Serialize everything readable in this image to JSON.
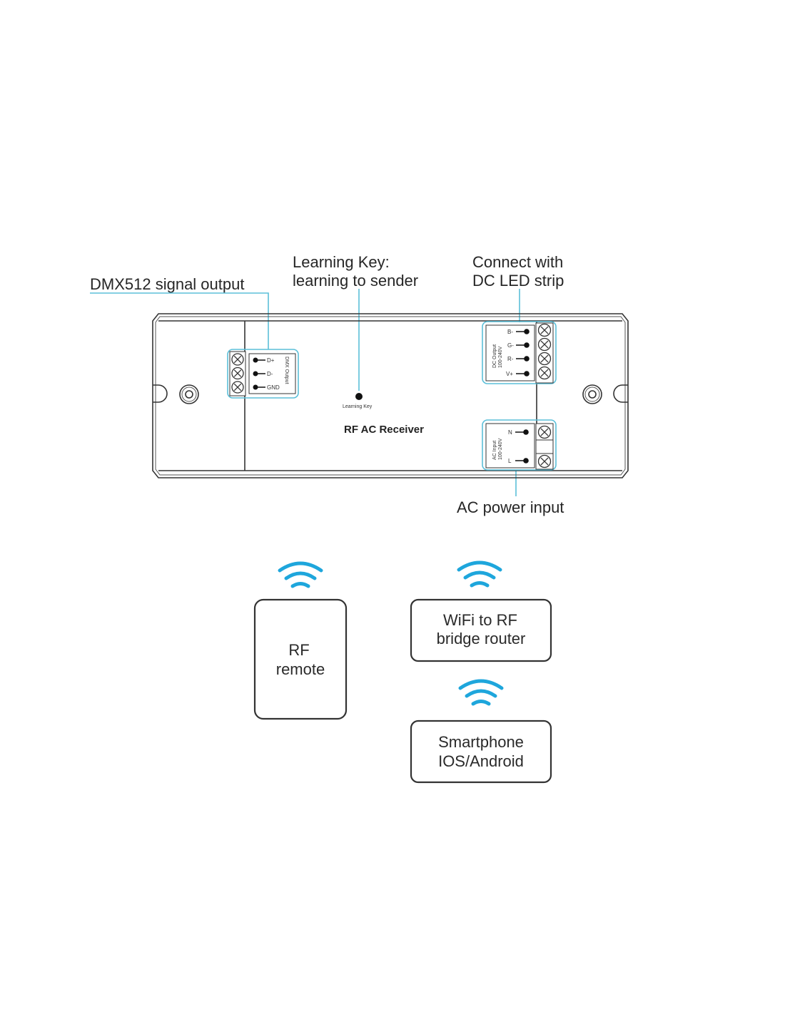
{
  "device": {
    "title": "RF AC Receiver",
    "learning_key_label": "Learning Key"
  },
  "callouts": {
    "dmx": "DMX512 signal output",
    "learning_key_line1": "Learning Key:",
    "learning_key_line2": "learning to sender",
    "dc_line1": "Connect with",
    "dc_line2": "DC LED strip",
    "ac": "AC power input"
  },
  "dmx_block": {
    "label": "DMX Output",
    "terminals": [
      "D+",
      "D-",
      "GND"
    ]
  },
  "dc_block": {
    "label_line1": "DC Output",
    "label_line2": "100-240V",
    "terminals": [
      "B-",
      "G-",
      "R-",
      "V+"
    ]
  },
  "ac_block": {
    "label_line1": "AC Input",
    "label_line2": "100-240V",
    "terminals": [
      "N",
      "L"
    ]
  },
  "controllers": [
    {
      "line1": "RF",
      "line2": "remote"
    },
    {
      "line1": "WiFi to RF",
      "line2": "bridge router"
    },
    {
      "line1": "Smartphone",
      "line2": "IOS/Android"
    }
  ],
  "colors": {
    "callout_line": "#5bbfd9",
    "wireless_icon": "#1ea6dc"
  }
}
